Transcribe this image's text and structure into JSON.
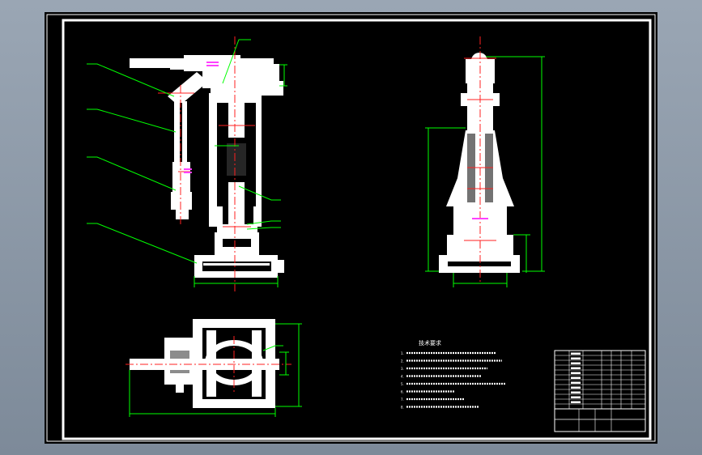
{
  "notes": {
    "title": "技术要求",
    "items": [
      "1.",
      "2.",
      "3.",
      "4.",
      "5.",
      "6.",
      "7.",
      "8."
    ]
  },
  "colors": {
    "background": "#000000",
    "outline": "#ffffff",
    "part": "#ffffff",
    "centerline": "#ff2020",
    "hidden": "#ff40ff",
    "dimension": "#00ff00",
    "leader": "#00ff00",
    "window": "#8a96a5"
  }
}
